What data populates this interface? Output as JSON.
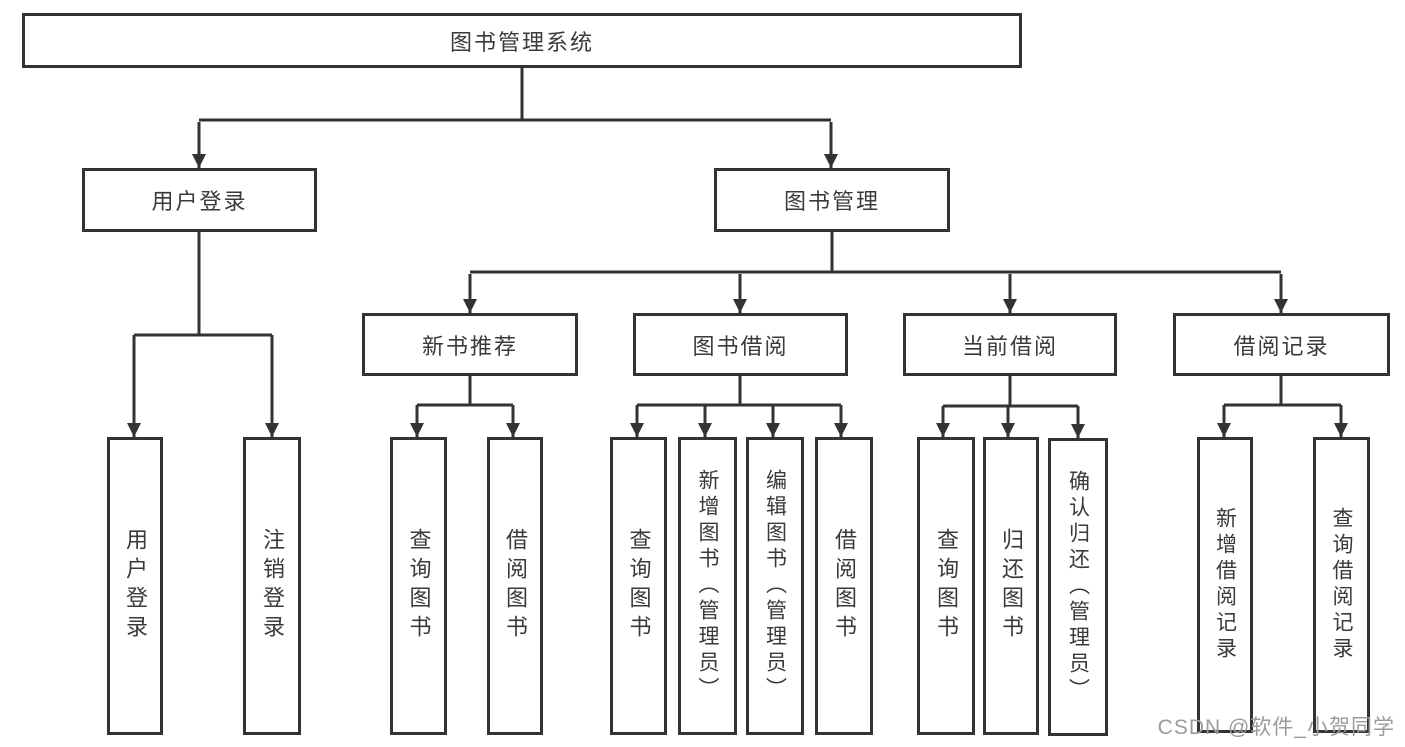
{
  "diagram": {
    "type": "tree-structure-diagram",
    "root": {
      "label": "图书管理系统"
    },
    "branches": [
      {
        "label": "用户登录",
        "children": [
          {
            "label": "用户登录"
          },
          {
            "label": "注销登录"
          }
        ]
      },
      {
        "label": "图书管理",
        "children": [
          {
            "label": "新书推荐",
            "children": [
              {
                "label": "查询图书"
              },
              {
                "label": "借阅图书"
              }
            ]
          },
          {
            "label": "图书借阅",
            "children": [
              {
                "label": "查询图书"
              },
              {
                "label": "新增图书（管理员）"
              },
              {
                "label": "编辑图书（管理员）"
              },
              {
                "label": "借阅图书"
              }
            ]
          },
          {
            "label": "当前借阅",
            "children": [
              {
                "label": "查询图书"
              },
              {
                "label": "归还图书"
              },
              {
                "label": "确认归还（管理员）"
              }
            ]
          },
          {
            "label": "借阅记录",
            "children": [
              {
                "label": "新增借阅记录"
              },
              {
                "label": "查询借阅记录"
              }
            ]
          }
        ]
      }
    ]
  },
  "colors": {
    "line": "#333333",
    "text": "#3a3a3a",
    "background": "#ffffff",
    "watermark": "#9b9b9b"
  },
  "watermark": {
    "text": "CSDN @软件_小贺同学"
  }
}
